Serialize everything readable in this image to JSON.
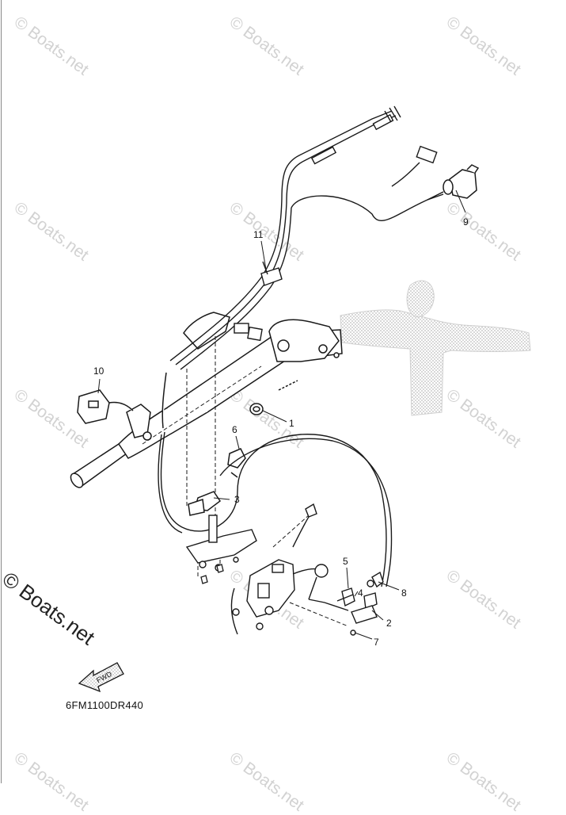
{
  "watermark_text": "© Boats.net",
  "side_copyright": "© Boats.net",
  "diagram_code": "6FM1100DR440",
  "fwd_label": "FWD",
  "callouts": [
    {
      "id": "c1",
      "label": "1"
    },
    {
      "id": "c2",
      "label": "2"
    },
    {
      "id": "c3",
      "label": "3"
    },
    {
      "id": "c4",
      "label": "4"
    },
    {
      "id": "c5",
      "label": "5"
    },
    {
      "id": "c6",
      "label": "6"
    },
    {
      "id": "c7",
      "label": "7"
    },
    {
      "id": "c8",
      "label": "8"
    },
    {
      "id": "c9",
      "label": "9"
    },
    {
      "id": "c10",
      "label": "10"
    },
    {
      "id": "c11",
      "label": "11"
    }
  ],
  "colors": {
    "line": "#1a1a1a",
    "watermark": "#d2d2d2",
    "ghost": "#c8c8c8"
  }
}
